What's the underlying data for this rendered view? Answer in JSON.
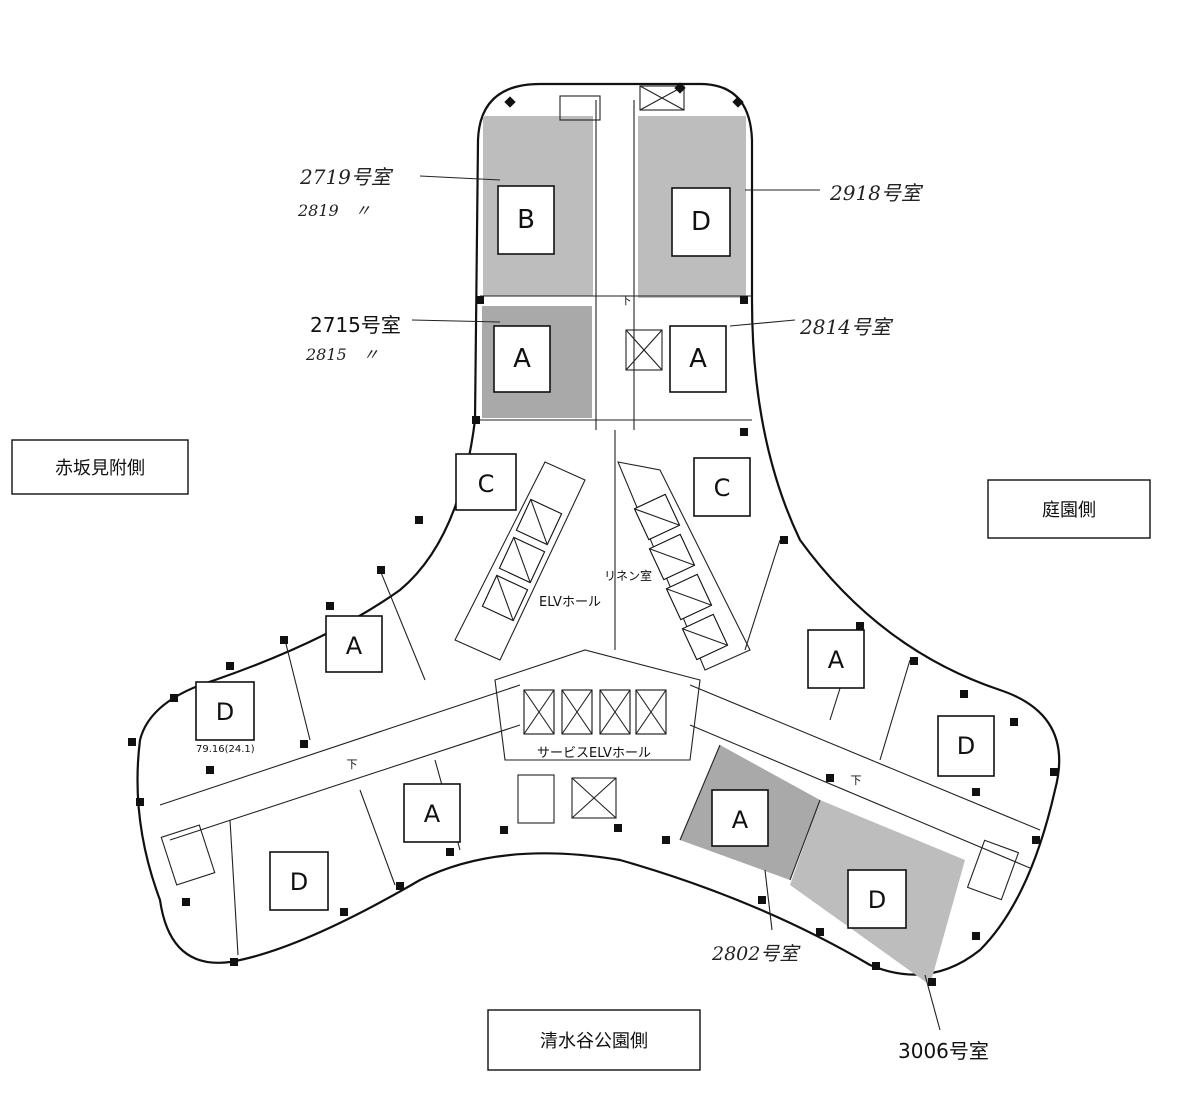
{
  "sides": {
    "akasaka": "赤坂見附側",
    "garden": "庭園側",
    "shimizudani": "清水谷公園側"
  },
  "units": {
    "north_left": "B",
    "north_right": "D",
    "north_mid_left": "A",
    "north_mid_right": "A",
    "inner_left": "C",
    "inner_right": "C",
    "west_a": "A",
    "west_d_top": "D",
    "west_a_bottom": "A",
    "west_d_bottom": "D",
    "east_a": "A",
    "east_d_top": "D",
    "east_a_bottom": "A",
    "east_d_bottom": "D"
  },
  "halls": {
    "elv": "ELVホール",
    "service_elv": "サービスELVホール",
    "linen": "リネン室"
  },
  "corridor": {
    "mark_n": "下",
    "mark_w": "下",
    "mark_e": "下"
  },
  "room_labels": {
    "r2719": "2719号室",
    "r2819": "2819　〃",
    "r2918": "2918号室",
    "r2715": "2715号室",
    "r2815": "2815　〃",
    "r2814": "2814号室",
    "r2802": "2802号室",
    "r3006": "3006号室"
  },
  "small_texts": {
    "area_west": "79.16(24.1)"
  },
  "colors": {
    "shade_light": "#bdbdbd",
    "shade_dark": "#a9a9a9",
    "line": "#111111"
  }
}
